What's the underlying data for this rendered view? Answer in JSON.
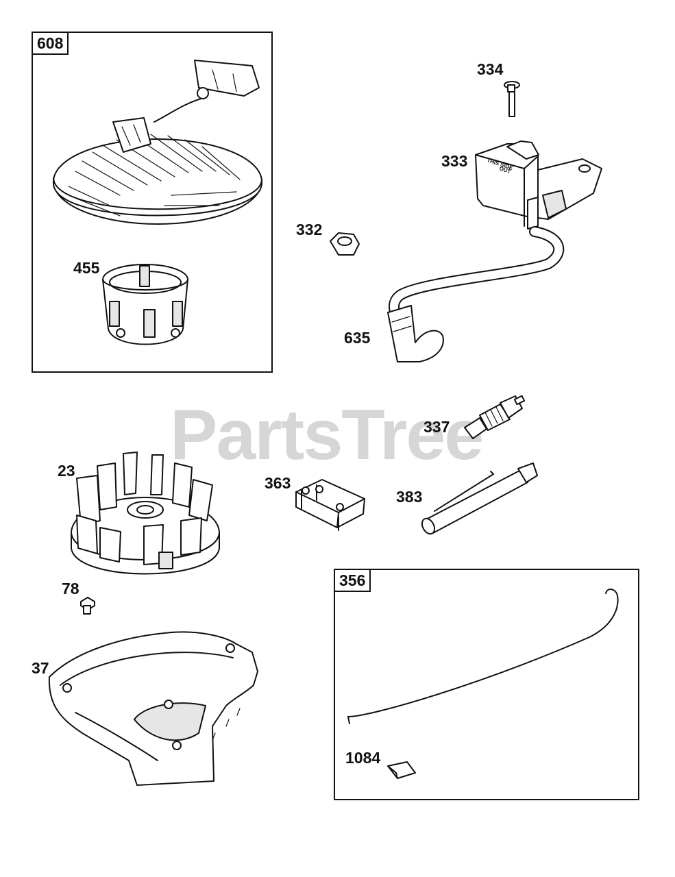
{
  "watermark": "PartsTree",
  "kits": [
    {
      "id": "kit-608",
      "label": "608"
    },
    {
      "id": "kit-356",
      "label": "356"
    }
  ],
  "callouts": [
    {
      "id": "part-455",
      "label": "455"
    },
    {
      "id": "part-334",
      "label": "334"
    },
    {
      "id": "part-333",
      "label": "333"
    },
    {
      "id": "part-332",
      "label": "332"
    },
    {
      "id": "part-635",
      "label": "635"
    },
    {
      "id": "part-337",
      "label": "337"
    },
    {
      "id": "part-23",
      "label": "23"
    },
    {
      "id": "part-363",
      "label": "363"
    },
    {
      "id": "part-383",
      "label": "383"
    },
    {
      "id": "part-78",
      "label": "78"
    },
    {
      "id": "part-37",
      "label": "37"
    },
    {
      "id": "part-1084",
      "label": "1084"
    }
  ],
  "coil_marking": [
    "THIS SIDE",
    "OUT"
  ]
}
